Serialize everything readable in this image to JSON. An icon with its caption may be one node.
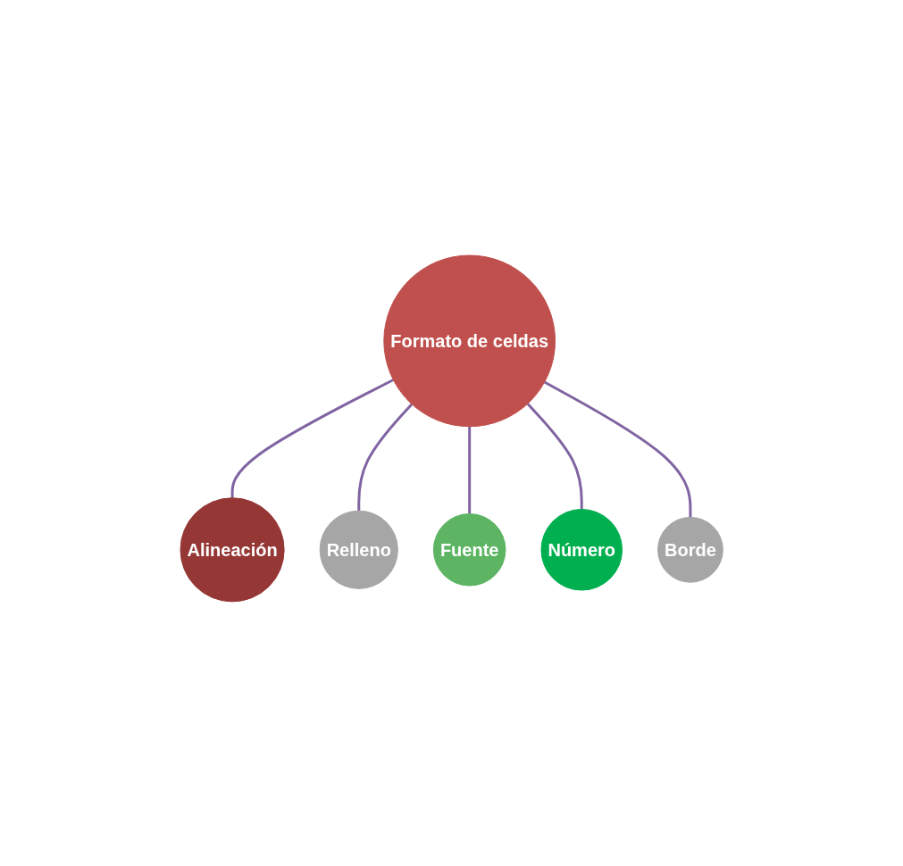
{
  "diagram": {
    "nodes": [
      {
        "text": [
          "Alineación"
        ]
      },
      {
        "text": [
          "Relleno"
        ]
      },
      {
        "text": [
          "Formato de celdas"
        ]
      },
      {
        "text": [
          "Fuente"
        ]
      },
      {
        "text": [
          "Número"
        ]
      },
      {
        "text": [
          "Borde"
        ]
      }
    ],
    "edges": [
      {
        "from": 2,
        "to": 0,
        "arrow": "none",
        "color": "#8064a2"
      },
      {
        "from": 2,
        "to": 1,
        "arrow": "none",
        "color": "#8064a2"
      },
      {
        "from": 2,
        "to": 3,
        "arrow": "none",
        "color": "#8064a2"
      },
      {
        "from": 2,
        "to": 4,
        "arrow": "none",
        "color": "#8064a2"
      },
      {
        "from": 2,
        "to": 5,
        "arrow": "none",
        "color": "#8064a2"
      }
    ]
  }
}
